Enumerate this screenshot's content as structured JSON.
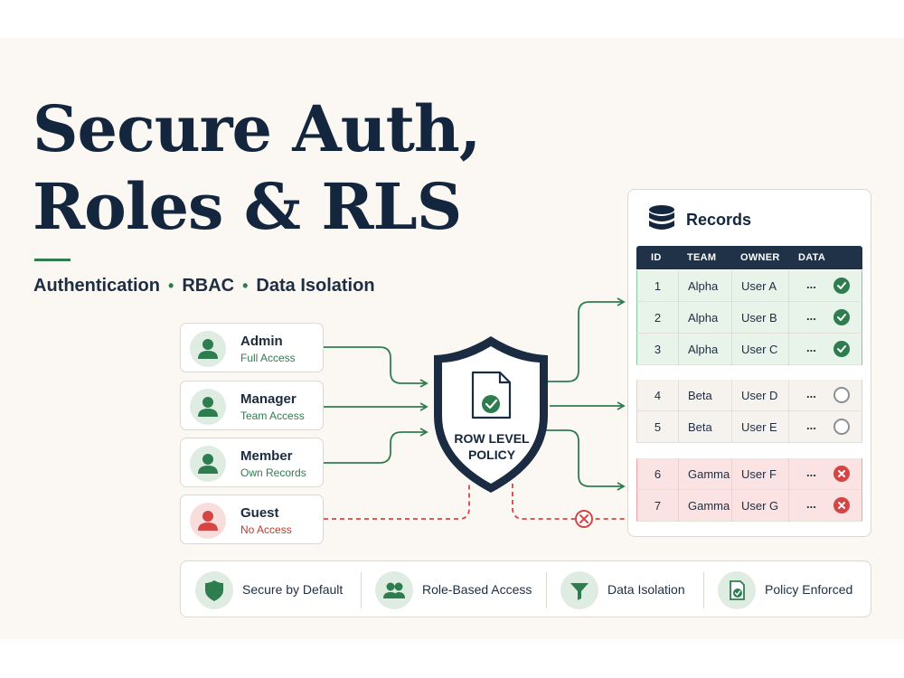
{
  "header": {
    "title_line1": "Secure Auth,",
    "title_line2": "Roles & RLS",
    "subtitle": [
      "Authentication",
      "RBAC",
      "Data Isolation"
    ],
    "subtitle_separator": "•"
  },
  "roles": [
    {
      "name": "Admin",
      "access": "Full Access",
      "icon": "user-icon",
      "color": "#2e7d4f"
    },
    {
      "name": "Manager",
      "access": "Team Access",
      "icon": "user-icon",
      "color": "#2e7d4f"
    },
    {
      "name": "Member",
      "access": "Own Records",
      "icon": "user-icon",
      "color": "#2e7d4f"
    },
    {
      "name": "Guest",
      "access": "No Access",
      "icon": "user-icon",
      "color": "#c0392b"
    }
  ],
  "policy": {
    "label_line1": "ROW LEVEL",
    "label_line2": "POLICY",
    "icon": "document-check-icon"
  },
  "records": {
    "title": "Records",
    "icon": "database-icon",
    "columns": [
      "ID",
      "TEAM",
      "OWNER",
      "DATA"
    ],
    "rows": [
      {
        "id": "1",
        "team": "Alpha",
        "owner": "User A",
        "data": "...",
        "status": "allowed"
      },
      {
        "id": "2",
        "team": "Alpha",
        "owner": "User B",
        "data": "...",
        "status": "allowed"
      },
      {
        "id": "3",
        "team": "Alpha",
        "owner": "User C",
        "data": "...",
        "status": "allowed"
      },
      {
        "id": "4",
        "team": "Beta",
        "owner": "User D",
        "data": "...",
        "status": "unselected"
      },
      {
        "id": "5",
        "team": "Beta",
        "owner": "User E",
        "data": "...",
        "status": "unselected"
      },
      {
        "id": "6",
        "team": "Gamma",
        "owner": "User F",
        "data": "...",
        "status": "denied"
      },
      {
        "id": "7",
        "team": "Gamma",
        "owner": "User G",
        "data": "...",
        "status": "denied"
      }
    ]
  },
  "features": [
    {
      "label": "Secure by Default",
      "icon": "shield-icon"
    },
    {
      "label": "Role-Based Access",
      "icon": "users-icon"
    },
    {
      "label": "Data Isolation",
      "icon": "filter-icon"
    },
    {
      "label": "Policy Enforced",
      "icon": "document-check-icon"
    }
  ],
  "colors": {
    "navy": "#14263d",
    "green": "#2e7d4f",
    "red": "#d64545",
    "background": "#fbf8f3"
  }
}
